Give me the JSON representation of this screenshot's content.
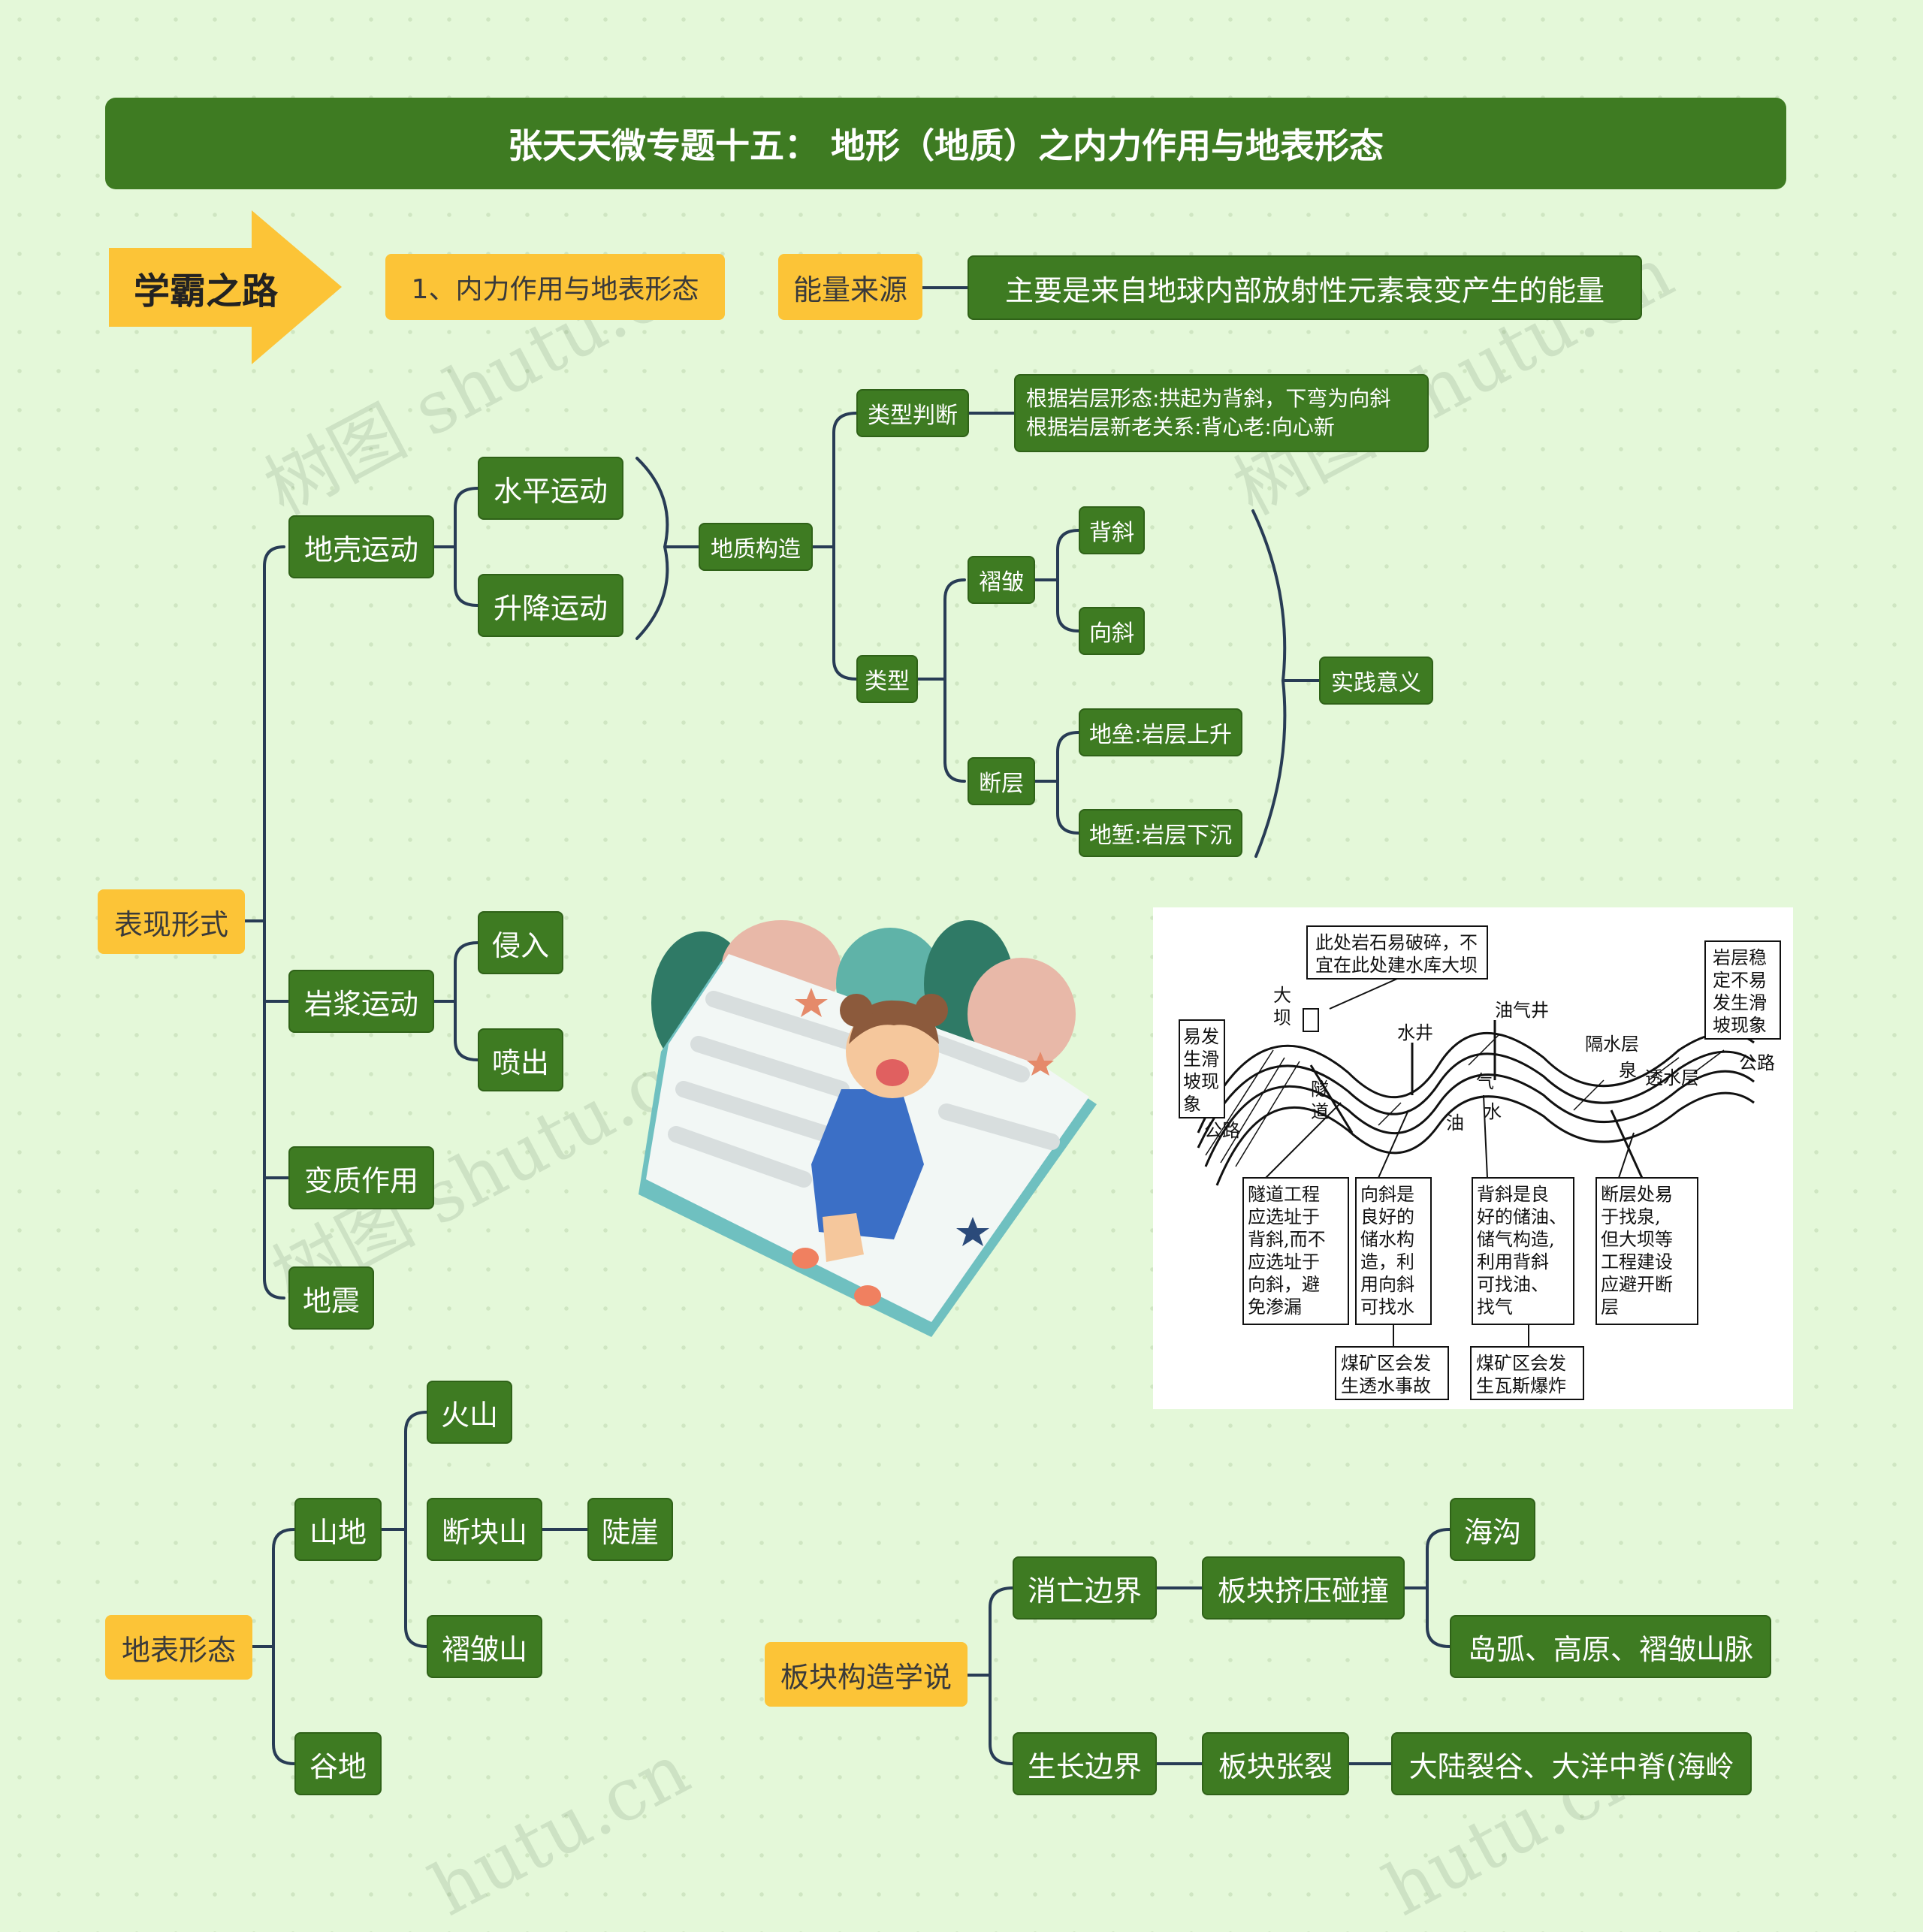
{
  "title": "张天天微专题十五： 地形（地质）之内力作用与地表形态",
  "banner": {
    "label": "学霸之路"
  },
  "topic": "1、内力作用与地表形态",
  "energy": {
    "label": "能量来源",
    "value": "主要是来自地球内部放射性元素衰变产生的能量"
  },
  "expression": {
    "label": "表现形式",
    "crust": {
      "label": "地壳运动",
      "horizontal": "水平运动",
      "vertical": "升降运动",
      "structure": {
        "label": "地质构造",
        "judge": {
          "label": "类型判断",
          "line1": "根据岩层形态:拱起为背斜，下弯为向斜",
          "line2": "根据岩层新老关系:背心老:向心新"
        },
        "types": {
          "label": "类型",
          "fold": {
            "label": "褶皱",
            "anticline": "背斜",
            "syncline": "向斜"
          },
          "fault": {
            "label": "断层",
            "horst": "地垒:岩层上升",
            "graben": "地堑:岩层下沉"
          }
        },
        "practice": "实践意义"
      }
    },
    "magma": {
      "label": "岩浆运动",
      "intrusion": "侵入",
      "eruption": "喷出"
    },
    "metamorphism": "变质作用",
    "earthquake": "地震"
  },
  "landforms": {
    "label": "地表形态",
    "mountain": {
      "label": "山地",
      "volcano": "火山",
      "block": "断块山",
      "cliff": "陡崖",
      "fold": "褶皱山"
    },
    "valley": "谷地"
  },
  "plates": {
    "label": "板块构造学说",
    "subduction": {
      "label": "消亡边界",
      "process": "板块挤压碰撞",
      "trench": "海沟",
      "arcs": "岛弧、高原、褶皱山脉"
    },
    "growth": {
      "label": "生长边界",
      "process": "板块张裂",
      "result": "大陆裂谷、大洋中脊(海岭"
    }
  },
  "figure": {
    "top_box": [
      "此处岩石易破碎，不",
      "宜在此处建水库大坝"
    ],
    "right_box": [
      "岩层稳",
      "定不易",
      "发生滑",
      "坡现象"
    ],
    "left_box": [
      "易发",
      "生滑",
      "坡现",
      "象"
    ],
    "dam": [
      "大",
      "坝"
    ],
    "tunnel": [
      "隧",
      "道"
    ],
    "road": "公路",
    "well": "水井",
    "gas_well": "油气井",
    "aquiclude": "隔水层",
    "spring": "泉",
    "aquifer": "透水层",
    "gas": "气",
    "oil": "油",
    "water": "水",
    "box1": [
      "隧道工程",
      "应选址于",
      "背斜,而不",
      "应选址于",
      "向斜，避",
      "免渗漏"
    ],
    "box2": [
      "向斜是",
      "良好的",
      "储水构",
      "造，利",
      "用向斜",
      "可找水"
    ],
    "box3": [
      "背斜是良",
      "好的储油、",
      "储气构造,",
      "利用背斜",
      "可找油、",
      "找气"
    ],
    "box4": [
      "断层处易",
      "于找泉,",
      "但大坝等",
      "工程建设",
      "应避开断",
      "层"
    ],
    "box5": [
      "煤矿区会发",
      "生透水事故"
    ],
    "box6": [
      "煤矿区会发",
      "生瓦斯爆炸"
    ]
  },
  "watermarks": [
    "树图 shutu.cn",
    "树图 shutu.cn",
    "树图 shutu.cn",
    "树图 shutu.cn",
    "hutu.cn",
    "hutu.cn"
  ],
  "colors": {
    "node_green": "#3e7b22",
    "node_yellow": "#fcc437",
    "line": "#283c55",
    "background": "#e4f8d9"
  }
}
